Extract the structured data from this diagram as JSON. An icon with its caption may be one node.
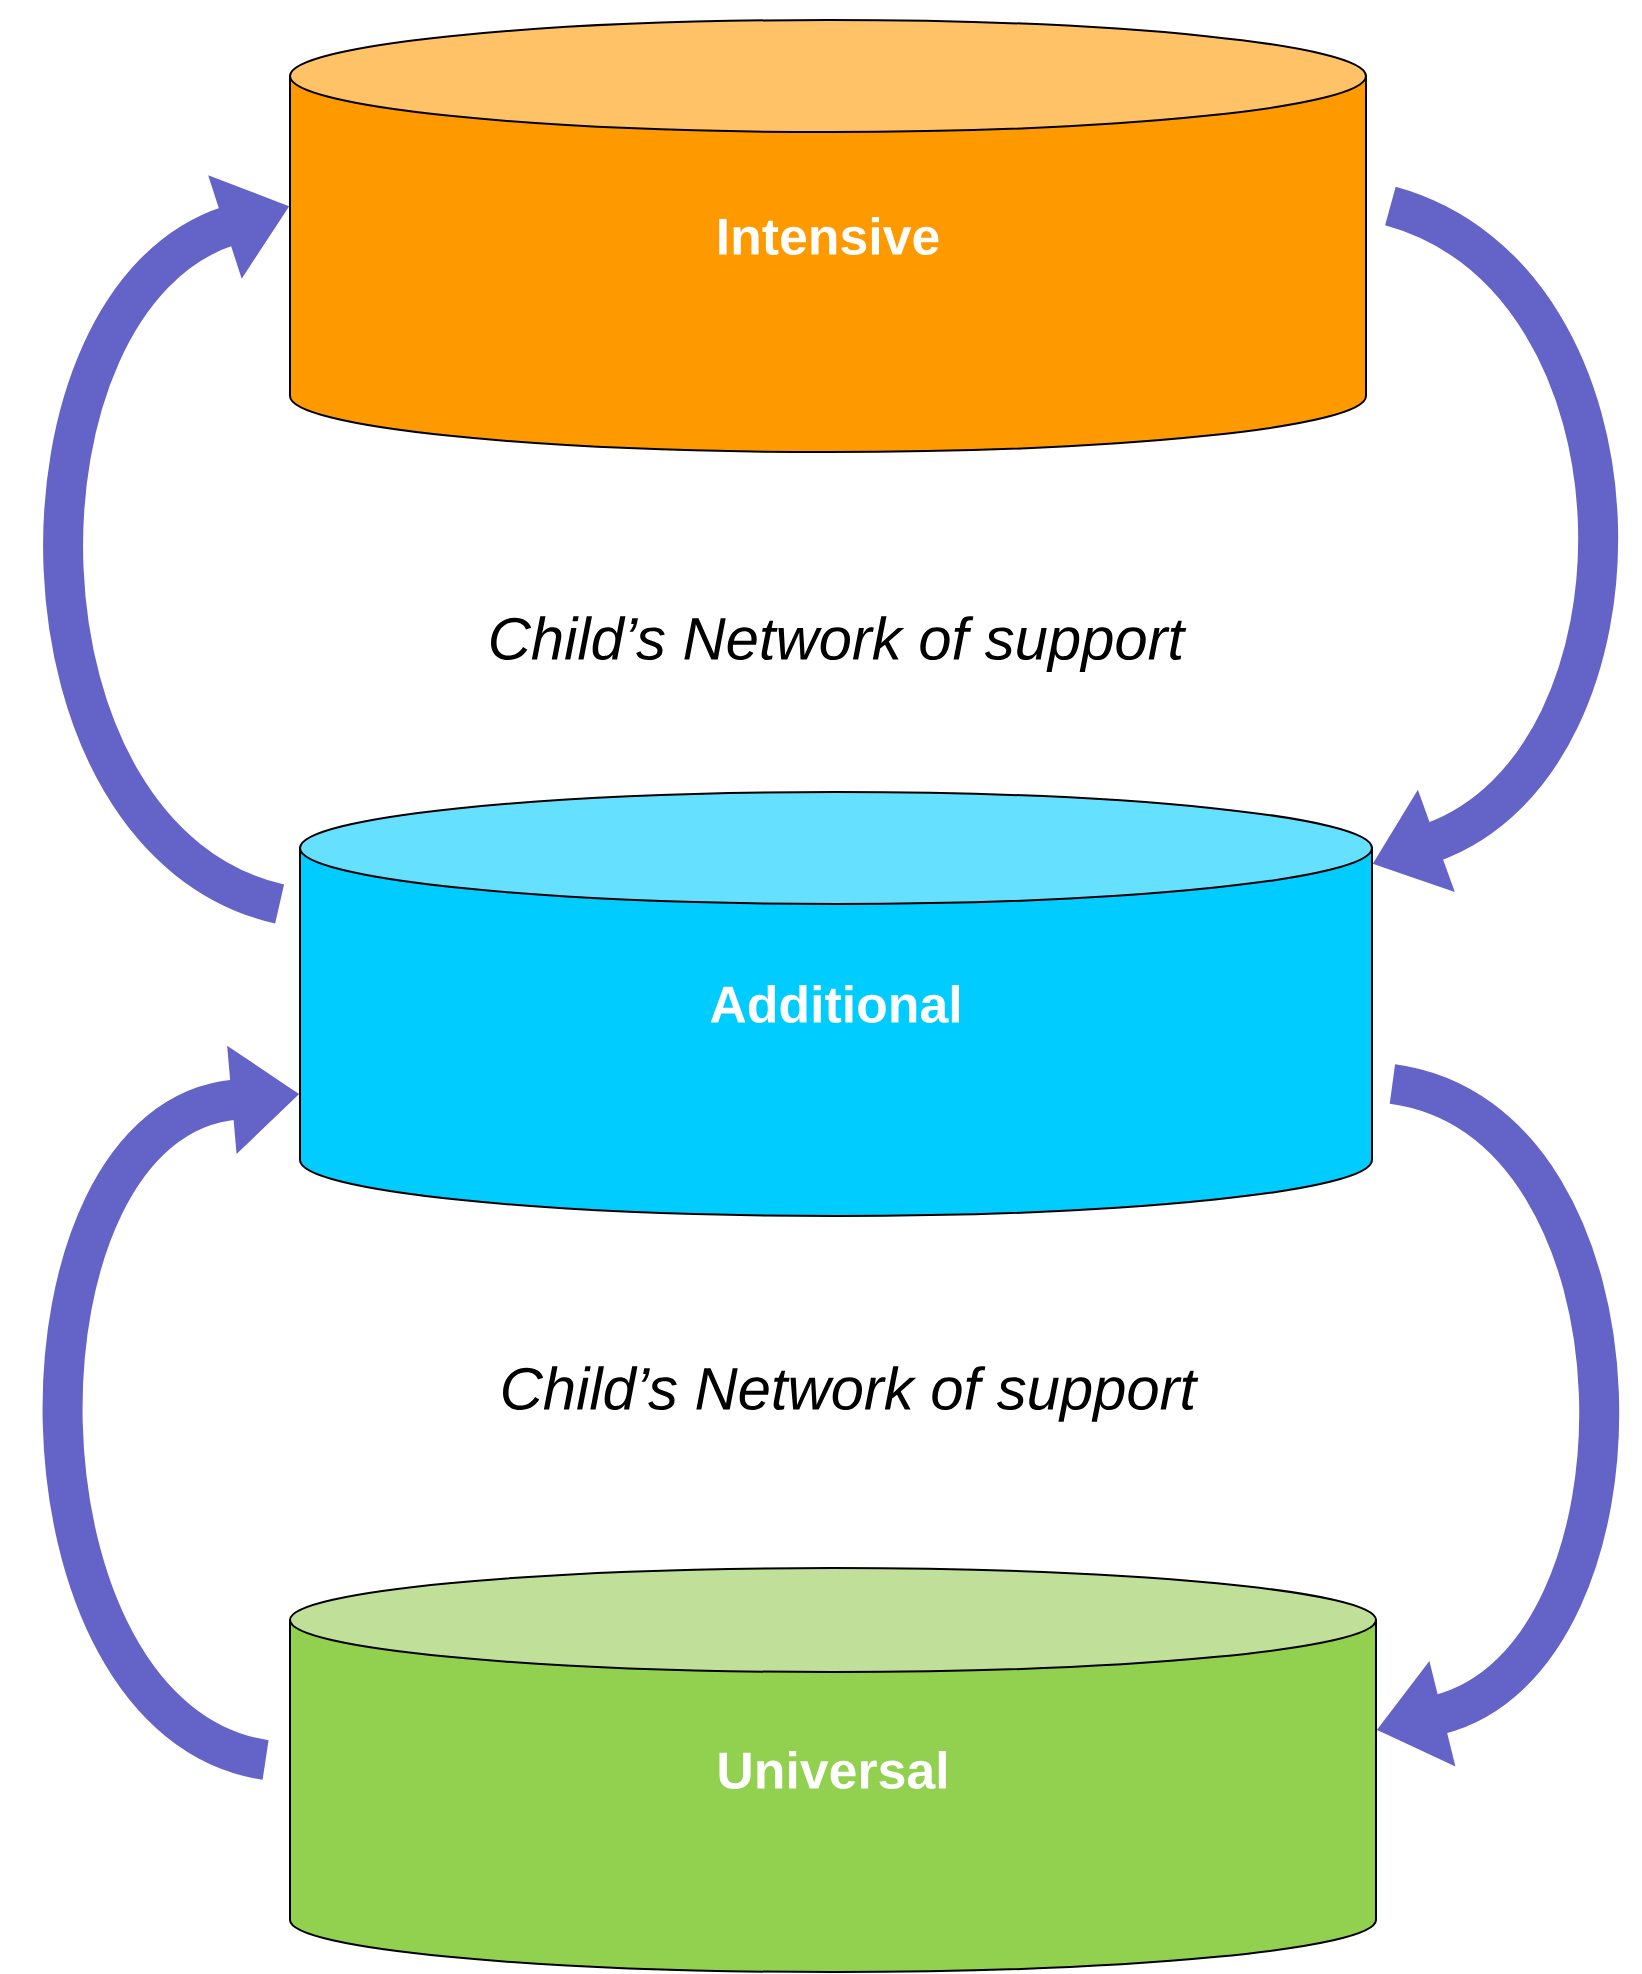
{
  "diagram": {
    "nodes": [
      {
        "text": [
          "Intensive"
        ]
      },
      {
        "text": [
          "Additional"
        ]
      },
      {
        "text": [
          "Universal"
        ]
      }
    ],
    "edges": [
      {
        "from": 1,
        "to": 0,
        "arrow": "to"
      },
      {
        "from": 0,
        "to": 1,
        "arrow": "to"
      },
      {
        "from": 2,
        "to": 1,
        "arrow": "to"
      },
      {
        "from": 1,
        "to": 2,
        "arrow": "to"
      }
    ],
    "labels": [
      "Child’s Network of support",
      "Child’s Network of support"
    ]
  }
}
